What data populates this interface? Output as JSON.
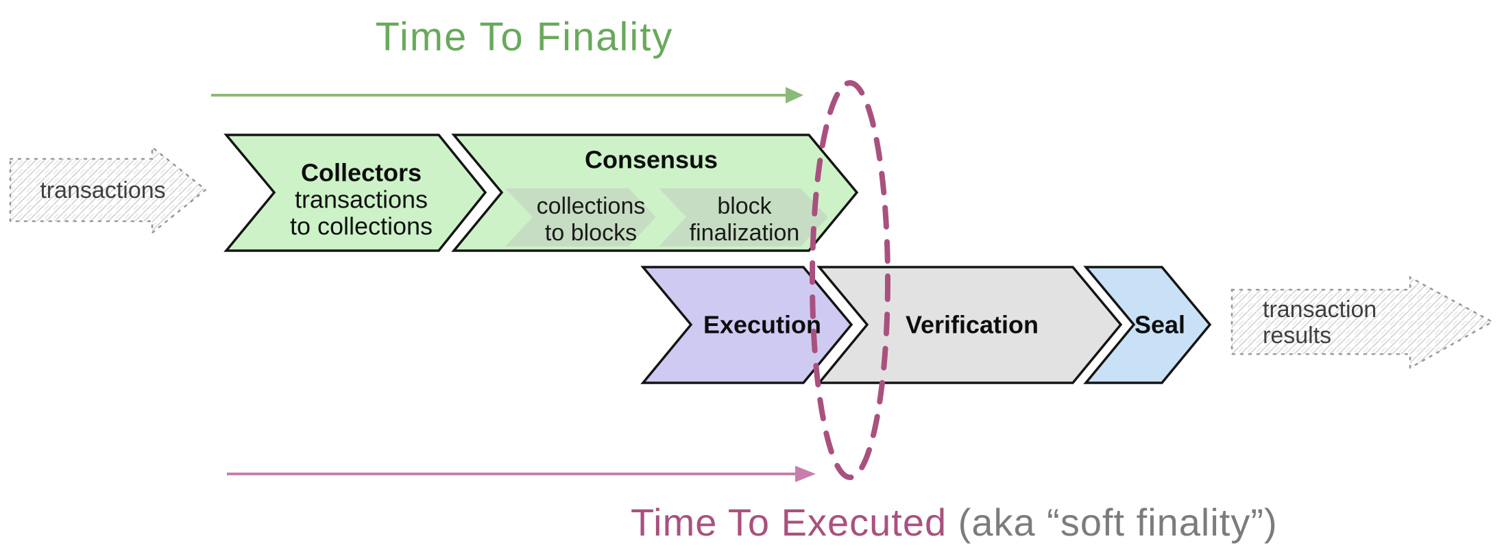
{
  "title_top": {
    "label": "Time To Finality"
  },
  "input_arrow": {
    "label": "transactions"
  },
  "row1": {
    "collectors": {
      "title": "Collectors",
      "line1": "transactions",
      "line2": "to collections"
    },
    "consensus": {
      "title": "Consensus",
      "sub1": {
        "line1": "collections",
        "line2": "to blocks"
      },
      "sub2": {
        "line1": "block",
        "line2": "finalization"
      }
    }
  },
  "row2": {
    "execution": {
      "label": "Execution"
    },
    "verification": {
      "label": "Verification"
    },
    "seal": {
      "label": "Seal"
    }
  },
  "output_arrow": {
    "line1": "transaction",
    "line2": "results"
  },
  "title_bottom": {
    "label": "Time To Executed",
    "suffix": " (aka “soft finality”)"
  },
  "colors": {
    "green_fill": "#cdf2c8",
    "sub_fill": "#c7ddc3",
    "purple_fill": "#cfcaf2",
    "gray_fill": "#e2e2e2",
    "blue_fill": "#c9e1f6",
    "outline": "#141414",
    "title_green": "#69a95c",
    "arrow_green": "#8aba77",
    "ellipse_pink": "#a9517e",
    "executed_pink": "#a9517e",
    "arrow_pink": "#c77ead",
    "aka_gray": "#7c7c7c",
    "sketch_border": "#9a9a9a",
    "sketch_hatch": "#d0d0d0"
  }
}
